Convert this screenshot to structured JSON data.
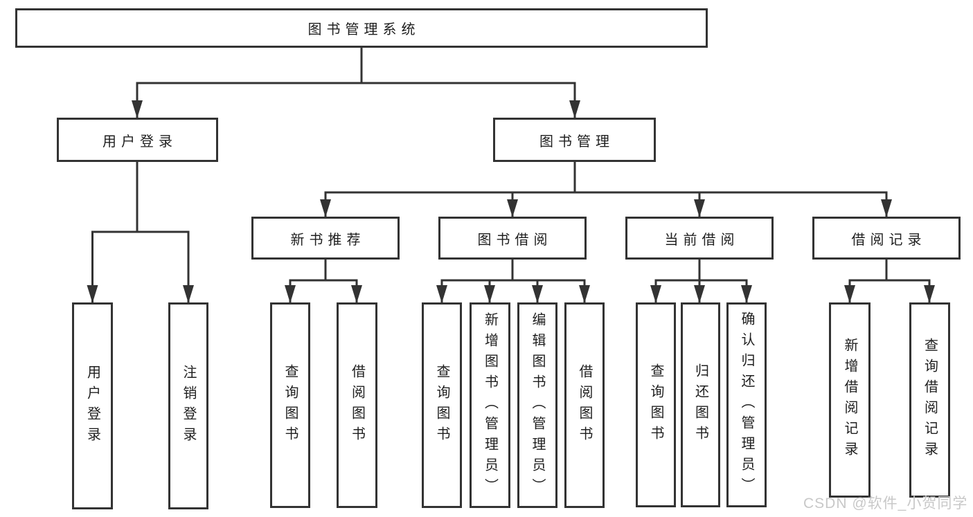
{
  "diagram": {
    "root": {
      "label": "图书管理系统"
    },
    "branches": [
      {
        "label": "用户登录",
        "children": [
          {
            "label": "用户登录"
          },
          {
            "label": "注销登录"
          }
        ]
      },
      {
        "label": "图书管理",
        "children": [
          {
            "label": "新书推荐",
            "children": [
              {
                "label": "查询图书"
              },
              {
                "label": "借阅图书"
              }
            ]
          },
          {
            "label": "图书借阅",
            "children": [
              {
                "label": "查询图书"
              },
              {
                "label": "新增图书（管理员）"
              },
              {
                "label": "编辑图书（管理员）"
              },
              {
                "label": "借阅图书"
              }
            ]
          },
          {
            "label": "当前借阅",
            "children": [
              {
                "label": "查询图书"
              },
              {
                "label": "归还图书"
              },
              {
                "label": "确认归还（管理员）"
              }
            ]
          },
          {
            "label": "借阅记录",
            "children": [
              {
                "label": "新增借阅记录"
              },
              {
                "label": "查询借阅记录"
              }
            ]
          }
        ]
      }
    ],
    "watermark": "CSDN @软件_小贺同学",
    "colors": {
      "line": "#333333",
      "text": "#1f1f1f",
      "watermark": "#c8c8c8",
      "background": "#ffffff"
    }
  }
}
